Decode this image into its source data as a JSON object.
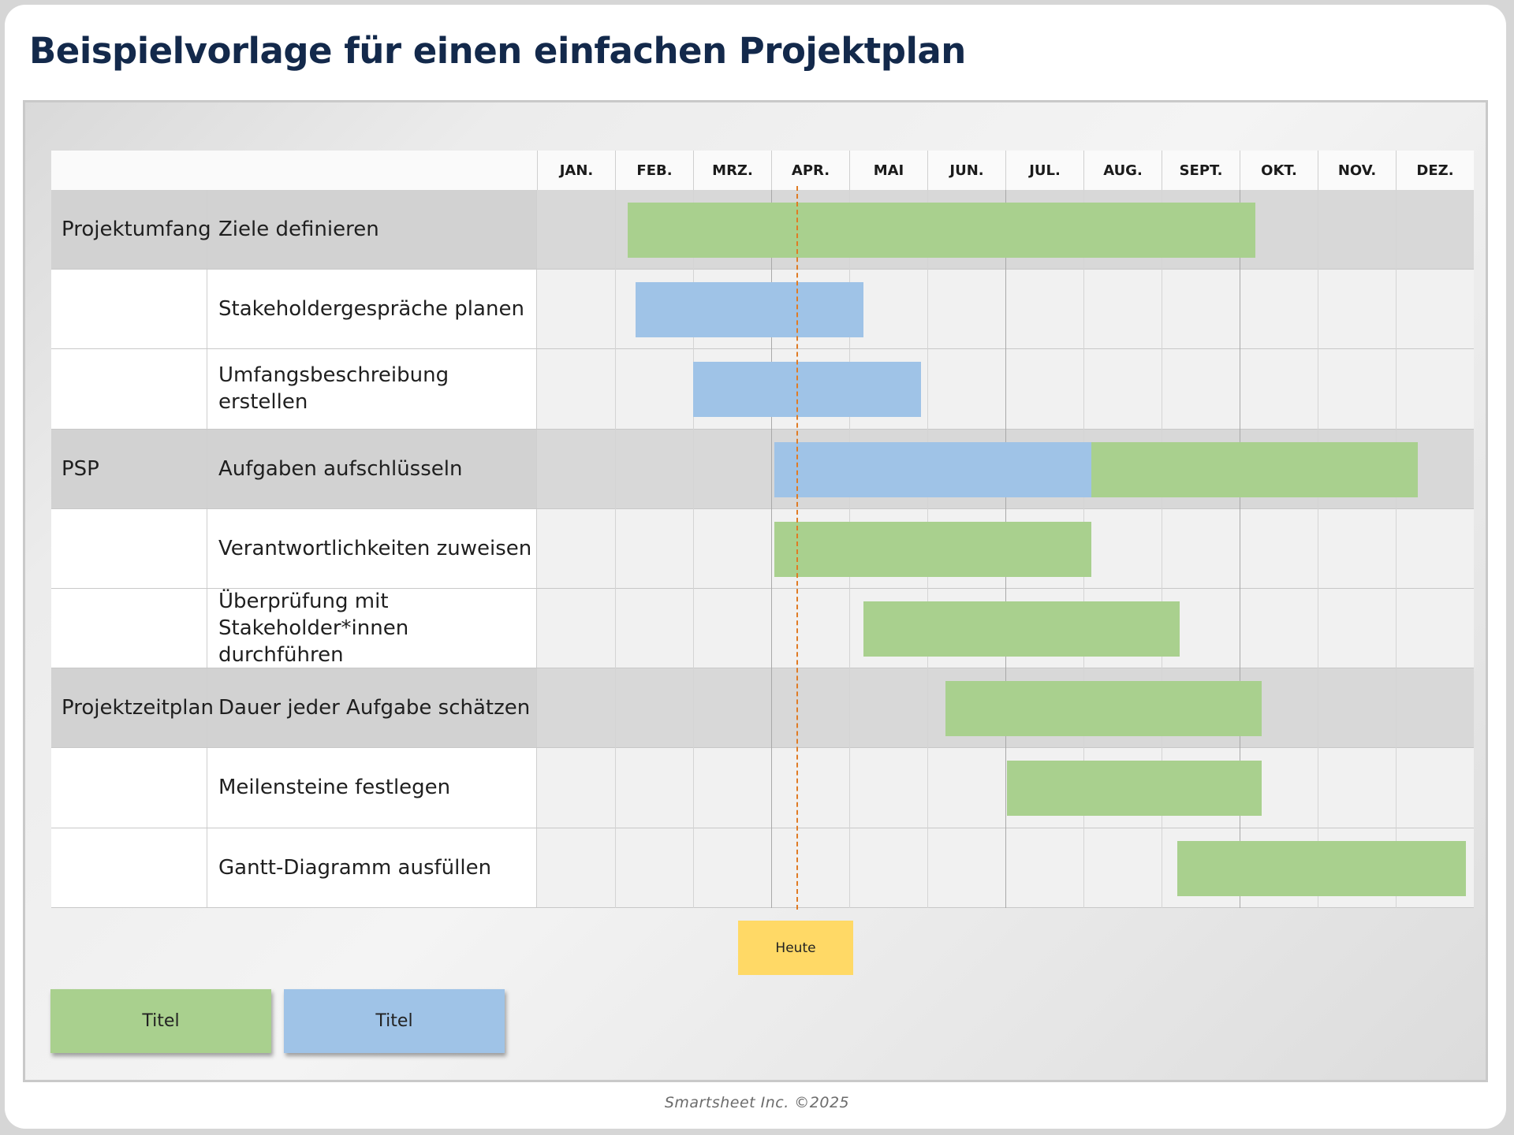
{
  "title": "Beispielvorlage für einen einfachen Projektplan",
  "footer": "Smartsheet Inc. ©2025",
  "colors": {
    "green": "#a9d08e",
    "blue": "#9fc3e7",
    "today_line": "#e07b24",
    "today_label_bg": "#ffd966",
    "title": "#13294b"
  },
  "today_label": "Heute",
  "legend": [
    {
      "label": "Titel",
      "color": "green"
    },
    {
      "label": "Titel",
      "color": "blue"
    }
  ],
  "months": [
    "JAN.",
    "FEB.",
    "MRZ.",
    "APR.",
    "MAI",
    "JUN.",
    "JUL.",
    "AUG.",
    "SEPT.",
    "OKT.",
    "NOV.",
    "DEZ."
  ],
  "rows": [
    {
      "category": "Projektumfang",
      "task": "Ziele definieren"
    },
    {
      "category": "",
      "task": "Stakeholdergespräche planen"
    },
    {
      "category": "",
      "task": "Umfangsbeschreibung erstellen"
    },
    {
      "category": "PSP",
      "task": "Aufgaben aufschlüsseln"
    },
    {
      "category": "",
      "task": "Verantwortlichkeiten zuweisen"
    },
    {
      "category": "",
      "task": "Überprüfung mit\nStakeholder*innen durchführen"
    },
    {
      "category": "Projektzeitplan",
      "task": "Dauer jeder Aufgabe schätzen"
    },
    {
      "category": "",
      "task": "Meilensteine festlegen"
    },
    {
      "category": "",
      "task": "Gantt-Diagramm ausfüllen"
    }
  ],
  "chart_data": {
    "type": "gantt",
    "title": "Beispielvorlage für einen einfachen Projektplan",
    "x_axis": {
      "unit": "month",
      "ticks": [
        "JAN.",
        "FEB.",
        "MRZ.",
        "APR.",
        "MAI",
        "JUN.",
        "JUL.",
        "AUG.",
        "SEPT.",
        "OKT.",
        "NOV.",
        "DEZ."
      ],
      "range": [
        0,
        12
      ]
    },
    "today": 3.32,
    "groups": [
      "Projektumfang",
      "PSP",
      "Projektzeitplan"
    ],
    "tasks": [
      {
        "group": "Projektumfang",
        "task": "Ziele definieren",
        "segments": [
          {
            "start": 1.16,
            "end": 9.2,
            "color": "green"
          }
        ]
      },
      {
        "group": "Projektumfang",
        "task": "Stakeholdergespräche planen",
        "segments": [
          {
            "start": 1.26,
            "end": 4.18,
            "color": "blue"
          }
        ]
      },
      {
        "group": "Projektumfang",
        "task": "Umfangsbeschreibung erstellen",
        "segments": [
          {
            "start": 2.0,
            "end": 4.92,
            "color": "blue"
          }
        ]
      },
      {
        "group": "PSP",
        "task": "Aufgaben aufschlüsseln",
        "segments": [
          {
            "start": 3.04,
            "end": 7.1,
            "color": "blue"
          },
          {
            "start": 7.1,
            "end": 11.28,
            "color": "green"
          }
        ]
      },
      {
        "group": "PSP",
        "task": "Verantwortlichkeiten zuweisen",
        "segments": [
          {
            "start": 3.04,
            "end": 7.1,
            "color": "green"
          }
        ]
      },
      {
        "group": "PSP",
        "task": "Überprüfung mit Stakeholder*innen durchführen",
        "segments": [
          {
            "start": 4.18,
            "end": 8.23,
            "color": "green"
          }
        ]
      },
      {
        "group": "Projektzeitplan",
        "task": "Dauer jeder Aufgabe schätzen",
        "segments": [
          {
            "start": 5.23,
            "end": 9.28,
            "color": "green"
          }
        ]
      },
      {
        "group": "Projektzeitplan",
        "task": "Meilensteine festlegen",
        "segments": [
          {
            "start": 6.02,
            "end": 9.28,
            "color": "green"
          }
        ]
      },
      {
        "group": "Projektzeitplan",
        "task": "Gantt-Diagramm ausfüllen",
        "segments": [
          {
            "start": 8.2,
            "end": 11.9,
            "color": "green"
          }
        ]
      }
    ],
    "legend": [
      {
        "label": "Titel",
        "color": "green"
      },
      {
        "label": "Titel",
        "color": "blue"
      }
    ]
  }
}
